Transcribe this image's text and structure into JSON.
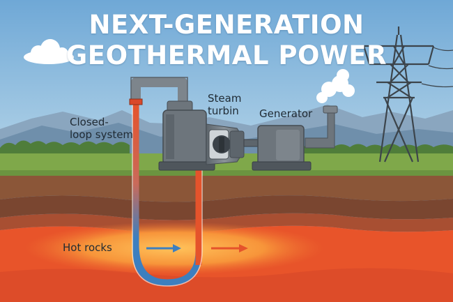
{
  "title": {
    "line1": "NEXT-GENERATION",
    "line2": "GEOTHERMAL POWER"
  },
  "labels": {
    "closed_loop_line1": "Closed-",
    "closed_loop_line2": "loop system",
    "steam_turbine_line1": "Steam",
    "steam_turbine_line2": "turbin",
    "generator": "Generator",
    "hot_rocks": "Hot rocks"
  },
  "colors": {
    "sky": "#7fb3d8",
    "grass": "#7fa84a",
    "soil_brown": "#7a4a33",
    "magma_orange": "#e8542a",
    "hot_pipe": "#e5532b",
    "cold_pipe": "#3d7fbf",
    "machine_gray": "#6d757c"
  }
}
